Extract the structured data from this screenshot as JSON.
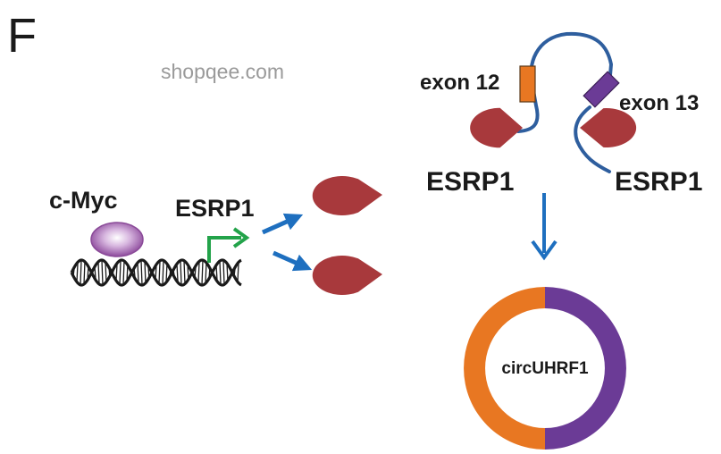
{
  "panel_letter": "F",
  "watermark": "shopqee.com",
  "labels": {
    "cmyc": "c-Myc",
    "esrp1_promoter": "ESRP1",
    "esrp1_left": "ESRP1",
    "esrp1_right": "ESRP1",
    "exon12": "exon 12",
    "exon13": "exon 13",
    "circ": "circUHRF1"
  },
  "colors": {
    "esrp1_protein": "#a8393c",
    "cmyc_protein": "#9b5aa8",
    "promoter_arrow": "#23a34a",
    "flow_arrow": "#1e6fbf",
    "exon12": "#e87722",
    "exon13": "#6b3b96",
    "rna_strand": "#2e5e9e",
    "dna": "#1a1a1a"
  },
  "icons": {
    "esrp1": "pacman-protein-icon",
    "cmyc": "oval-protein-icon",
    "dna": "double-helix-icon",
    "promoter": "bent-arrow-icon",
    "circ": "circular-rna-icon"
  }
}
